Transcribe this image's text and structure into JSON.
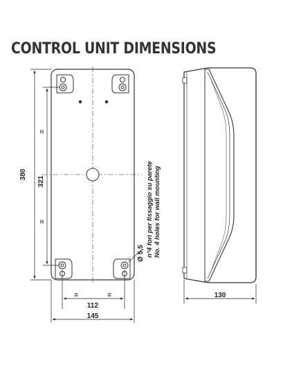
{
  "title": "CONTROL UNIT DIMENSIONS",
  "dimensions": {
    "overall_height": "380",
    "hole_spacing_height": "321",
    "overall_width": "145",
    "hole_spacing_width": "112",
    "depth": "130",
    "hole_diameter": "Ø 5,5",
    "equal_mark": "="
  },
  "note": {
    "line_it": "n°4 fori per fissaggio su parete",
    "line_en": "No. 4 holes for wall mounting"
  }
}
